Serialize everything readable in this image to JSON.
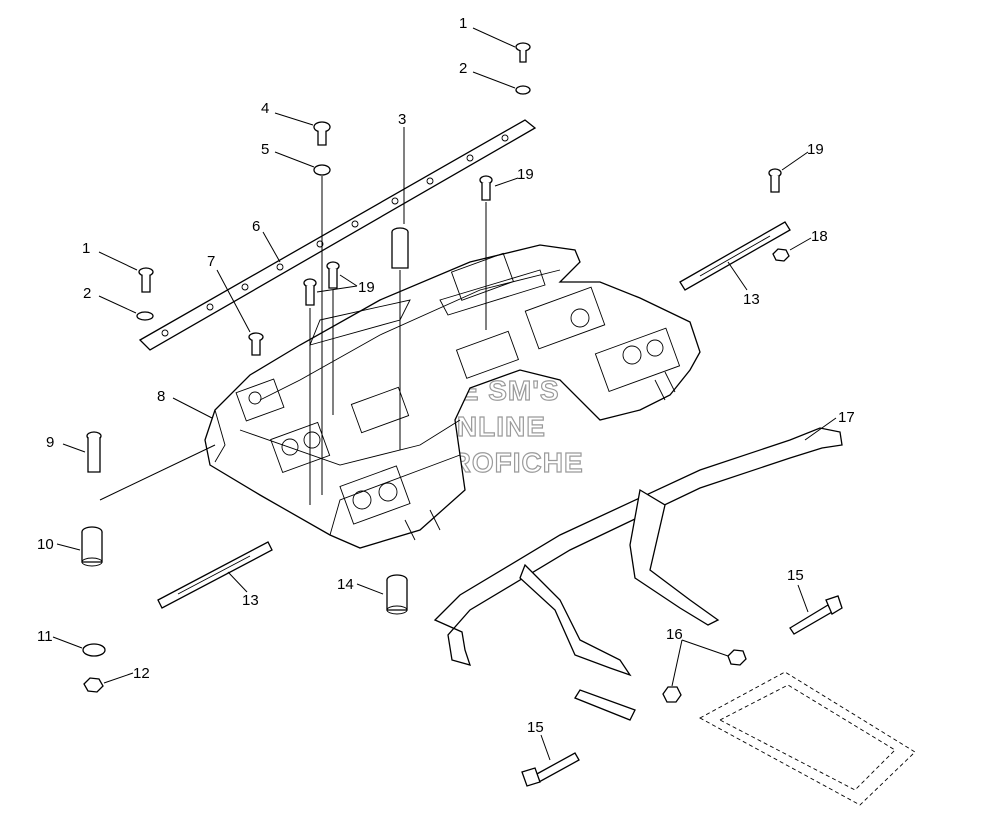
{
  "callouts": [
    {
      "id": "c1a",
      "text": "1"
    },
    {
      "id": "c2a",
      "text": "2"
    },
    {
      "id": "c4",
      "text": "4"
    },
    {
      "id": "c3",
      "text": "3"
    },
    {
      "id": "c5",
      "text": "5"
    },
    {
      "id": "c19a",
      "text": "19"
    },
    {
      "id": "c19b",
      "text": "19"
    },
    {
      "id": "c6",
      "text": "6"
    },
    {
      "id": "c18",
      "text": "18"
    },
    {
      "id": "c1b",
      "text": "1"
    },
    {
      "id": "c7",
      "text": "7"
    },
    {
      "id": "c19c",
      "text": "19"
    },
    {
      "id": "c2b",
      "text": "2"
    },
    {
      "id": "c13a",
      "text": "13"
    },
    {
      "id": "c8",
      "text": "8"
    },
    {
      "id": "c17",
      "text": "17"
    },
    {
      "id": "c9",
      "text": "9"
    },
    {
      "id": "c10",
      "text": "10"
    },
    {
      "id": "c14",
      "text": "14"
    },
    {
      "id": "c13b",
      "text": "13"
    },
    {
      "id": "c15a",
      "text": "15"
    },
    {
      "id": "c11",
      "text": "11"
    },
    {
      "id": "c16",
      "text": "16"
    },
    {
      "id": "c12",
      "text": "12"
    },
    {
      "id": "c15b",
      "text": "15"
    }
  ],
  "watermark": {
    "line1": "THE SM'S",
    "line2": "ONLINE",
    "line3": "MICROFICHE"
  }
}
